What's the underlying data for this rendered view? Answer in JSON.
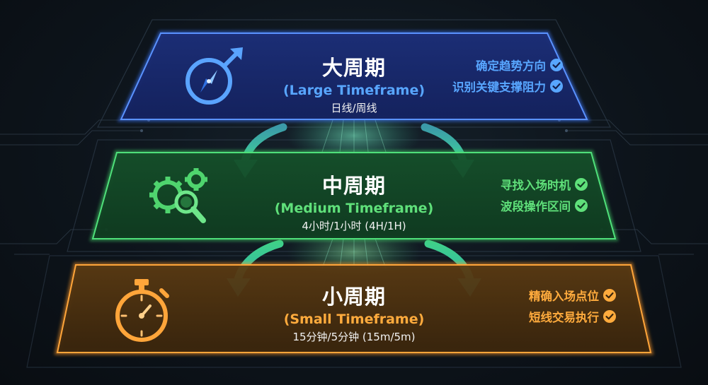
{
  "tiers": [
    {
      "key": "large",
      "title": "大周期",
      "subtitle": "(Large Timeframe)",
      "detail": "日线/周线",
      "icon": "compass-arrow-icon",
      "color": "#4d8dff",
      "text_color": "#58a6ff",
      "checks": [
        "确定趋势方向",
        "识别关键支撑阻力"
      ]
    },
    {
      "key": "medium",
      "title": "中周期",
      "subtitle": "(Medium Timeframe)",
      "detail": "4小时/1小时 (4H/1H)",
      "icon": "gears-magnifier-icon",
      "color": "#46d66a",
      "text_color": "#5fe07a",
      "checks": [
        "寻找入场时机",
        "波段操作区间"
      ]
    },
    {
      "key": "small",
      "title": "小周期",
      "subtitle": "(Small Timeframe)",
      "detail": "15分钟/5分钟 (15m/5m)",
      "icon": "stopwatch-icon",
      "color": "#ff9f2e",
      "text_color": "#ffab3d",
      "checks": [
        "精确入场点位",
        "短线交易执行"
      ]
    }
  ]
}
